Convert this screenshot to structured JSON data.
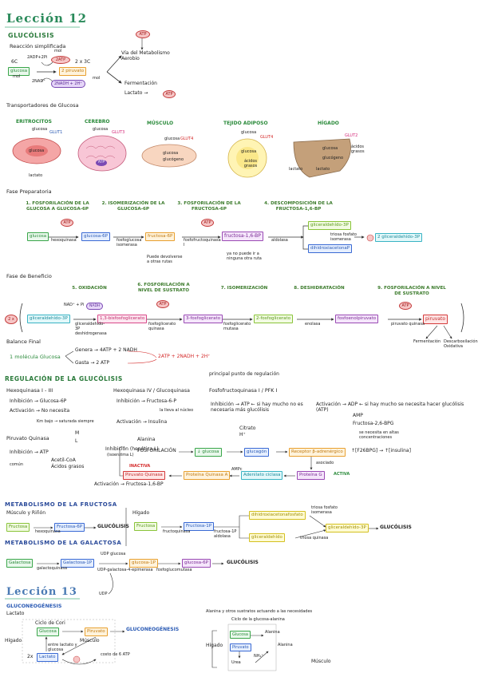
{
  "lesson12": {
    "title": "Lección 12"
  },
  "glycolysis": {
    "section_title": "GLUCÓLISIS",
    "simplified": "Reacción simplificada",
    "eq_6c": "6C",
    "eq_2x3c": "2 x 3C",
    "glucosa": "glucosa",
    "piruvato": "2 piruvato",
    "two_adp": "2ADP+2Pi",
    "two_atp": "2ATP",
    "nad": "2NAD⁺",
    "nadh": "2NADH + 2H⁺",
    "mol1": "mol",
    "mol2": "mol",
    "mol3": "mol",
    "atp_top": "ATP",
    "aerobic": "Vía del Metabolismo Aerobio",
    "fermentation": "Fermentación",
    "lactate": "Lactato →",
    "atp_small": "ATP"
  },
  "transporters": {
    "title": "Transportadores de Glucosa",
    "tissues": [
      {
        "name": "ERITROCITOS",
        "glut": "GLUT1",
        "labels": [
          "glucosa",
          "glucosa",
          "lactato"
        ]
      },
      {
        "name": "CEREBRO",
        "glut": "GLUT3",
        "labels": [
          "glucosa",
          "ATP"
        ]
      },
      {
        "name": "MÚSCULO",
        "glut": "GLUT4",
        "labels": [
          "glucosa",
          "glucosa",
          "glucógeno"
        ]
      },
      {
        "name": "TEJIDO ADIPOSO",
        "glut": "GLUT4",
        "labels": [
          "glucosa",
          "glucosa",
          "ácidos grasos"
        ]
      },
      {
        "name": "HÍGADO",
        "glut": "GLUT2",
        "labels": [
          "glucosa",
          "ácidos grasos",
          "glucógeno",
          "lactato",
          "lactato"
        ]
      }
    ]
  },
  "preparatory": {
    "title": "Fase Preparatoria",
    "steps": [
      "1. FOSFORILACIÓN DE LA GLUCOSA A GLUCOSA-6P",
      "2. ISOMERIZACIÓN DE LA GLUCOSA-6P",
      "3. FOSFORILACIÓN DE LA FRUCTOSA-6P",
      "4. DESCOMPOSICIÓN DE LA FRUCTOSA-1,6-BP"
    ],
    "boxes": {
      "glucosa": "glucosa",
      "g6p": "glucosa-6P",
      "f6p": "fructosa-6P",
      "f16bp": "fructosa-1,6-BP",
      "gap": "gliceraldehído-3P",
      "dhap": "dihidroxiacetonaP",
      "gap2": "2 gliceraldehído-3P"
    },
    "enzymes": [
      "hexoquinasa",
      "fosfoglucosa isomerasa",
      "fosfofructoquinasa I",
      "aldolasa",
      "triosa fosfato isomerasa"
    ],
    "atp1": "ATP",
    "atp2": "ATP",
    "notes": [
      "Puede devolverse a otras rutas",
      "ya no puede ir a ninguna otra ruta"
    ]
  },
  "benefit": {
    "title": "Fase de Beneficio",
    "steps": [
      "5. OXIDACIÓN",
      "6. FOSFORILACIÓN A NIVEL DE SUSTRATO",
      "7. ISOMERIZACIÓN",
      "8. DESHIDRATACIÓN",
      "9. FOSFORILACIÓN A NIVEL DE SUSTRATO"
    ],
    "multiplier": "2 x",
    "boxes": {
      "gap": "gliceraldehído-3P",
      "bpg": "1,3-bisfosfoglicerato",
      "pg3": "3-fosfoglicerato",
      "pg2": "2-fosfoglicerato",
      "pep": "fosfoenolpiruvato",
      "pyr": "piruvato"
    },
    "cofactors": {
      "nad": "NAD⁺ + Pi",
      "nadh": "NADH",
      "atp1": "ATP",
      "atp2": "ATP"
    },
    "enzymes": [
      "gliceraldehído-3P deshidrogenasa",
      "fosfoglicerato quinasa",
      "fosfoglicerato mutasa",
      "enolasa",
      "piruvato quinasa"
    ],
    "outputs": [
      "Fermentación",
      "Descarboxilación Oxidativa"
    ]
  },
  "balance": {
    "title": "Balance Final",
    "molecule": "1 molécula Glucosa",
    "gen": "Genera → 4ATP + 2 NADH",
    "gasta": "Gasta → 2 ATP",
    "result": "2ATP + 2NADH + 2H⁺"
  },
  "regulation": {
    "title": "REGULACIÓN DE LA GLUCÓLISIS",
    "hexo13": "Hexoquinasa I - III",
    "hexo_inhib": "Inhibición → Glucosa-6P",
    "hexo_act": "Activación → No necesita",
    "km_low": "Km bajo → saturada siempre",
    "hexo4": "Hexoquinasa IV / Glucoquinasa",
    "hexo4_inhib": "Inhibición → Fructosa-6-P",
    "hexo4_note": "la lleva al núcleo",
    "hexo4_act": "Activación → Insulina",
    "pfk_key": "principal punto de regulación",
    "pfk": "Fosfofructoquinasa I / PFK I",
    "pfk_inhib": "Inhibición → ATP ← si hay mucho no es necesaria más glucólisis",
    "pfk_inhib2": [
      "Citrato",
      "H⁺"
    ],
    "pfk_act": "Activación → ADP ← si hay mucho se necesita hacer glucólisis (ATP)",
    "pfk_act2": "AMP",
    "pfk_act3": "Fructosa-2,6-BPG",
    "pfk_note": "se necesita en altas concentraciones",
    "pfk_eq": "↑[F26BPG] → ↑[insulina]",
    "pk": "Piruvato Quinasa",
    "pk_l": [
      "M",
      "L"
    ],
    "pk_inhib": "Inhibición → ATP",
    "pk_inhib_list": [
      "Acetil-CoA",
      "Ácidos grasos"
    ],
    "pk_common": "común",
    "pk_inhib_hep": "Inhibición (hepática L)",
    "alanina": "Alanina",
    "fosforilacion": "FOSFORILACIÓN",
    "inactive": "INACTIVA",
    "active": "ACTIVA",
    "glucagon": "glucagón",
    "boxes": {
      "g": "↓ glucosa",
      "gl": "glucagón",
      "rec": "Receptor β-adrenérgico",
      "pk_inact": "Piruvato Quinasa",
      "pka": "Proteína Quinasa A",
      "ac": "Adenilato ciclasa",
      "protg": "Proteína G"
    },
    "associated": "asociado",
    "amp": "AMPc",
    "activation_f16": "Activación → Fructosa-1,6-BP",
    "hepatica": "(isoenzima L)"
  },
  "fructose": {
    "title": "METABOLISMO DE LA FRUCTOSA",
    "muscle": "Músculo y Riñón",
    "liver": "Hígado",
    "boxes": {
      "f": "Fructosa",
      "f6p": "Fructosa-6P",
      "f2": "Fructosa",
      "f1p": "Fructosa-1P",
      "dhap": "dihidroxiacetonafosfato",
      "ga": "gliceraldehído",
      "g3p": "gliceraldehído-3P"
    },
    "glycolysis": "GLUCÓLISIS",
    "glycolysis2": "GLUCÓLISIS",
    "enzymes": [
      "hexoquinasa",
      "fructoquinasa",
      "fructosa-1P aldolasa",
      "triosa fosfato isomerasa",
      "triosa quinasa"
    ]
  },
  "galactose": {
    "title": "METABOLISMO DE LA GALACTOSA",
    "boxes": {
      "g": "Galactosa",
      "g1p": "Galactosa-1P",
      "glu1p": "glucosa-1P",
      "g6p": "glucosa-6P"
    },
    "glycolysis": "GLUCÓLISIS",
    "labels": [
      "galactoquinasa",
      "UDP glucosa",
      "UDP-galactosa-4-epimerasa",
      "fosfoglucomutasa",
      "UDP"
    ]
  },
  "lesson13": {
    "title": "Lección 13",
    "gluconeo": "GLUCONEOGÉNESIS",
    "lactato": "Lactato",
    "cori": "Ciclo de Cori",
    "boxes": {
      "glucosa": "Glucosa",
      "piruvato": "Piruvato",
      "lactato": "Lactato"
    },
    "gng": "GLUCONEOGÉNESIS",
    "liver": "Hígado",
    "muscle": "Músculo",
    "two": "2x",
    "notes": [
      "entre lactato y glucosa",
      "costo de 6 ATP"
    ],
    "right_title": "Alanina y otros sustratos actuando a las necesidades",
    "right_labels": [
      "Ciclo de la glucosa-alanina",
      "Glucosa",
      "Alanina",
      "Piruvato",
      "Urea",
      "NH₄⁺",
      "Hígado",
      "Músculo",
      "Alanina"
    ]
  }
}
